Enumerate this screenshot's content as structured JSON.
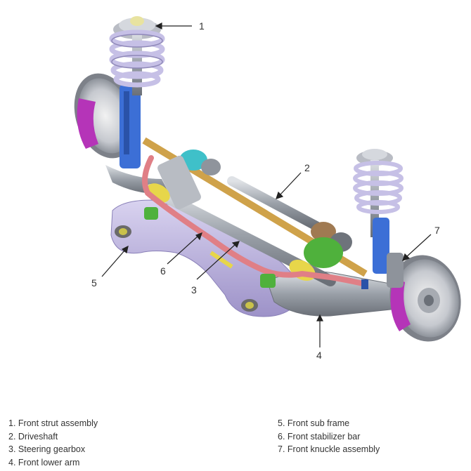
{
  "callouts": [
    "1",
    "2",
    "3",
    "4",
    "5",
    "6",
    "7"
  ],
  "legend": {
    "left": [
      "1. Front strut assembly",
      "2. Driveshaft",
      "3. Steering gearbox",
      "4. Front lower arm"
    ],
    "right": [
      "5. Front sub frame",
      "6. Front stabilizer bar",
      "7. Front knuckle assembly"
    ]
  },
  "colors": {
    "subframe": "#b9b0dc",
    "spring": "#c6c0e6",
    "bracket": "#3c6fd6",
    "brake_magenta": "#b534b8",
    "stabilizer": "#e07f86",
    "bushing_green": "#4fb13c",
    "boot_yellow": "#e7d64a",
    "boot_cyan": "#3fc0c9",
    "metal": "#9aa0a8",
    "callout_line": "#222222"
  }
}
